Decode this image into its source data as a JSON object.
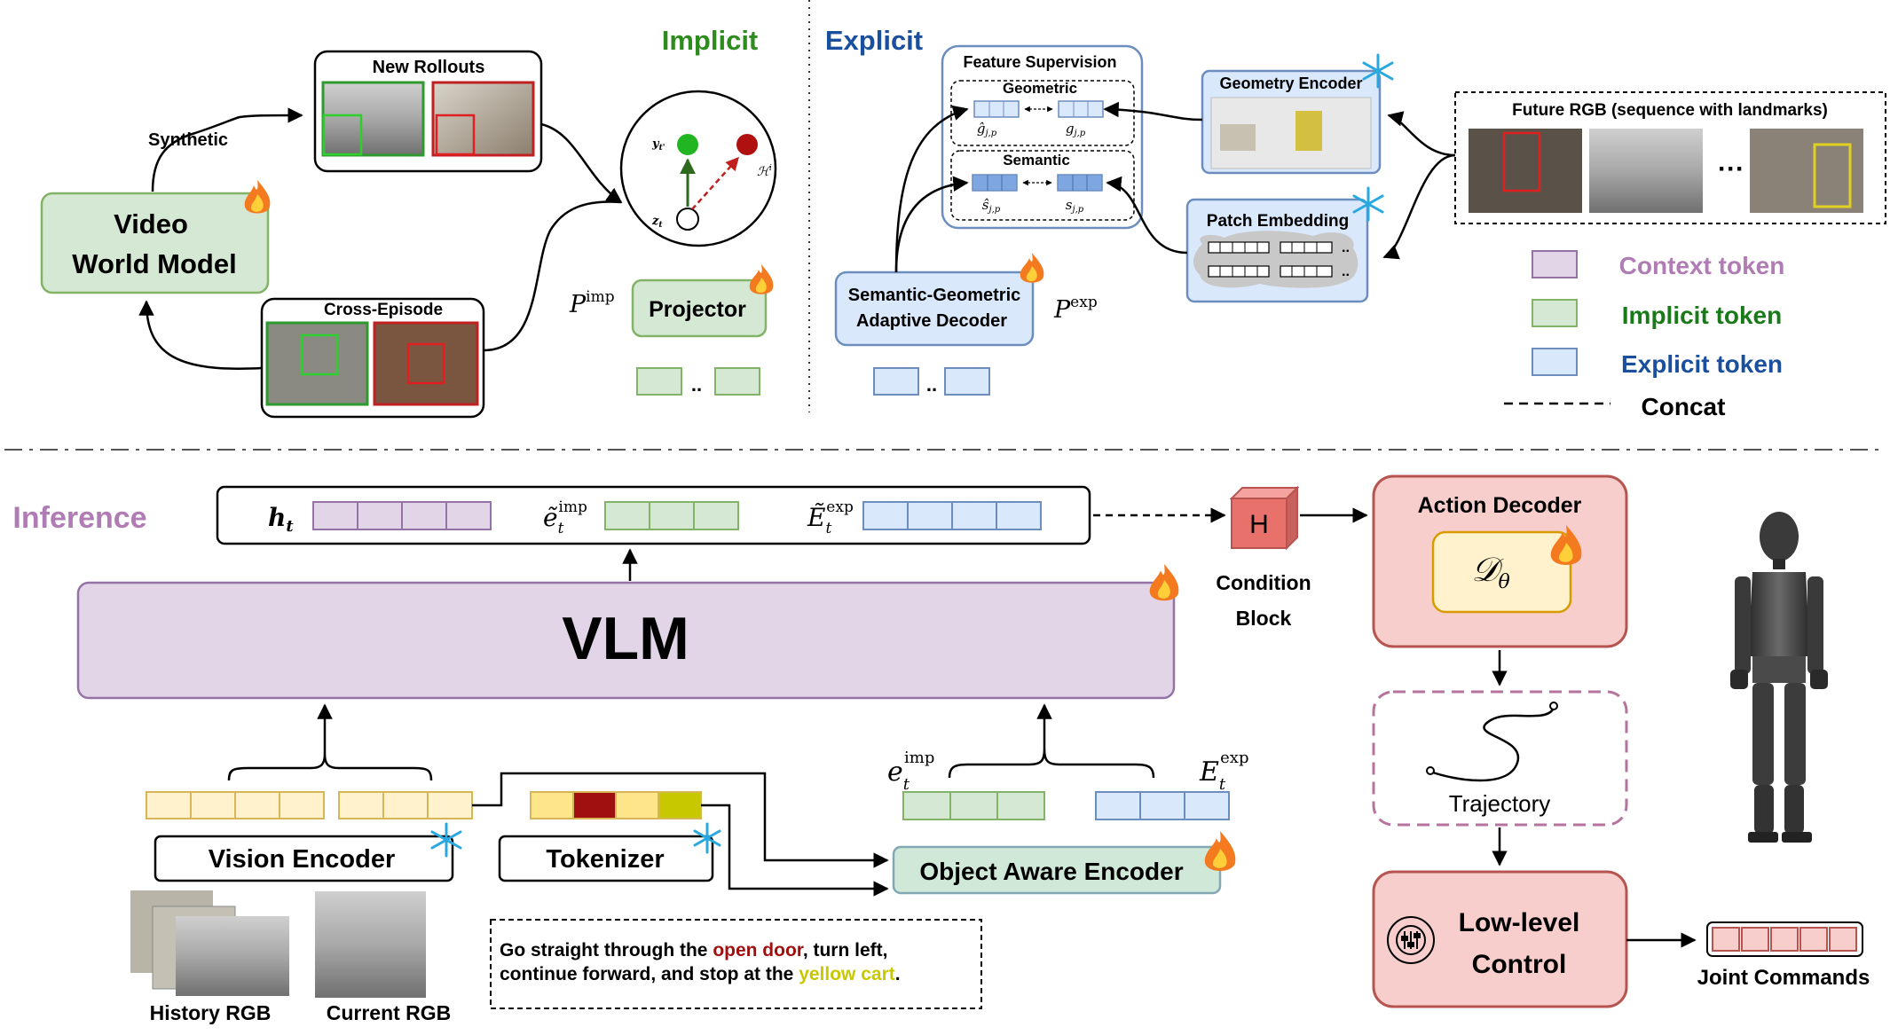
{
  "implicit": {
    "title": "Implicit",
    "new_rollouts": "New Rollouts",
    "synthetic": "Synthetic",
    "video_world_model_line1": "Video",
    "video_world_model_line2": "World Model",
    "cross_episode": "Cross-Episode",
    "projector": "Projector",
    "p_imp_base": "P",
    "p_imp_sup": "imp",
    "latent_y": "y",
    "latent_y_sub": "t'",
    "latent_z": "z",
    "latent_z_sub": "t",
    "latent_h": "ℋ",
    "latent_h_sup": "i",
    "dots": ".."
  },
  "explicit": {
    "title": "Explicit",
    "feature_supervision": "Feature Supervision",
    "geometric": "Geometric",
    "semantic": "Semantic",
    "g_hat": "ĝ",
    "g_sub": "j,p",
    "g": "g",
    "s_hat": "ŝ",
    "s": "s",
    "geometry_encoder": "Geometry Encoder",
    "patch_embedding": "Patch Embedding",
    "decoder_line1": "Semantic-Geometric",
    "decoder_line2": "Adaptive Decoder",
    "p_exp_base": "P",
    "p_exp_sup": "exp",
    "future_rgb": "Future RGB (sequence with landmarks)",
    "ellipsis": "···",
    "dots": ".."
  },
  "legend": {
    "items": [
      {
        "label": "Context token",
        "color": "#b07cb4",
        "fill": "#e1d5e7",
        "stroke": "#9673a6"
      },
      {
        "label": "Implicit token",
        "color": "#1a7a1a",
        "fill": "#d5e8d4",
        "stroke": "#82b366"
      },
      {
        "label": "Explicit token",
        "color": "#1a4f9e",
        "fill": "#dae8fc",
        "stroke": "#6c8ebf"
      }
    ],
    "concat": "Concat"
  },
  "inference": {
    "title": "Inference",
    "h_t": "h",
    "h_t_sub": "t",
    "e_imp_tilde": "ẽ",
    "e_imp_sub": "t",
    "e_imp_sup": "imp",
    "E_exp_tilde": "Ẽ",
    "E_exp_sub": "t",
    "E_exp_sup": "exp",
    "vlm": "VLM",
    "condition_block_line1": "Condition",
    "condition_block_line2": "Block",
    "h_cube_letter": "H",
    "action_decoder": "Action Decoder",
    "d_theta": "𝒟",
    "d_theta_sub": "θ",
    "trajectory": "Trajectory",
    "low_level_line1": "Low-level",
    "low_level_line2": "Control",
    "joint_commands": "Joint Commands",
    "vision_encoder": "Vision Encoder",
    "tokenizer": "Tokenizer",
    "object_aware_encoder": "Object Aware Encoder",
    "e_imp": "e",
    "E_exp": "E",
    "history_rgb": "History RGB",
    "current_rgb": "Current RGB",
    "instruction": {
      "part1": "Go straight through the ",
      "open_door": "open door",
      "part2": ", turn left,",
      "line2_part1": "continue forward, and stop at the ",
      "yellow_cart": "yellow cart",
      "line2_end": "."
    }
  },
  "colors": {
    "green_title": "#2e8b1e",
    "blue_title": "#1a4f9e",
    "inference_title": "#b07cb4",
    "vlm_fill": "#e1d5e7",
    "vlm_stroke": "#9673a6",
    "red_block_fill": "#f8cecc",
    "red_block_stroke": "#b85450",
    "open_door": "#a01010",
    "yellow_cart": "#c8c800"
  }
}
